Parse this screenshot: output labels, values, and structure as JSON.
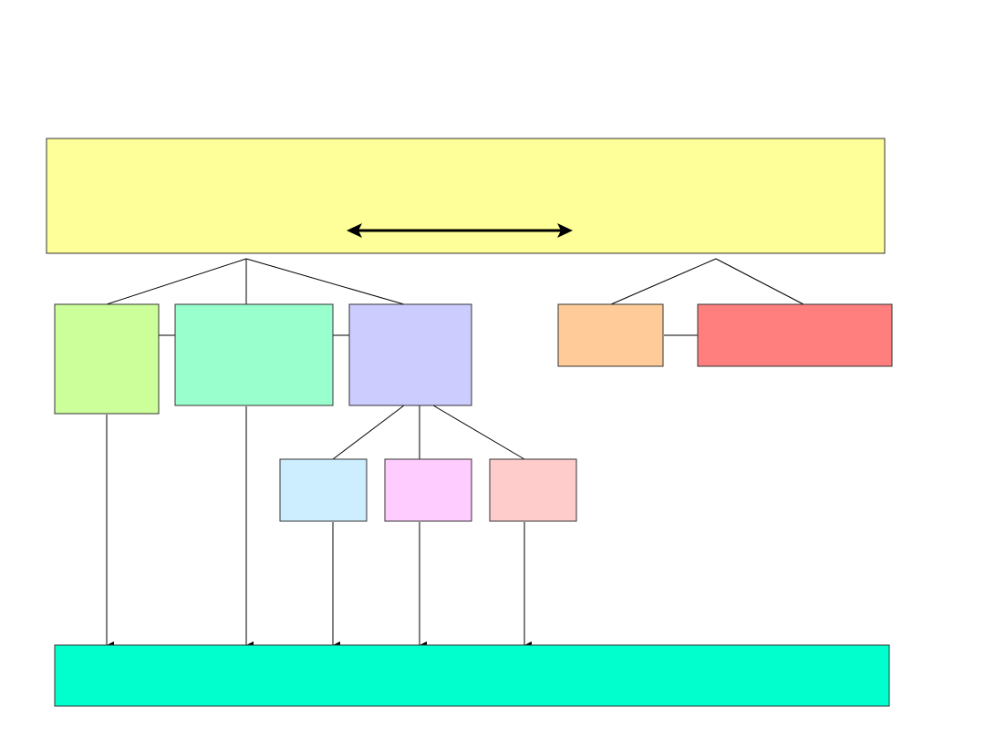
{
  "diagram": {
    "colors": {
      "line": "#000000",
      "box_border": "#333333",
      "top_box": "#ffff99",
      "box_a": "#ccff99",
      "box_b": "#99ffcc",
      "box_c": "#ccccff",
      "box_d": "#ffcc99",
      "box_e": "#ff7f7f",
      "box_f": "#cceeff",
      "box_g": "#ffccff",
      "box_h": "#ffcccc",
      "bottom_box": "#00ffcc"
    },
    "boxes": [
      {
        "id": "top-box",
        "label": ""
      },
      {
        "id": "box-a",
        "label": ""
      },
      {
        "id": "box-b",
        "label": ""
      },
      {
        "id": "box-c",
        "label": ""
      },
      {
        "id": "box-d",
        "label": ""
      },
      {
        "id": "box-e",
        "label": ""
      },
      {
        "id": "box-f",
        "label": ""
      },
      {
        "id": "box-g",
        "label": ""
      },
      {
        "id": "box-h",
        "label": ""
      },
      {
        "id": "bottom-box",
        "label": ""
      }
    ],
    "connectors": [
      {
        "id": "top-to-box-a",
        "arrow": "none"
      },
      {
        "id": "top-to-box-b",
        "arrow": "none"
      },
      {
        "id": "top-to-box-c",
        "arrow": "none"
      },
      {
        "id": "top-to-box-d",
        "arrow": "none"
      },
      {
        "id": "top-to-box-e",
        "arrow": "none"
      },
      {
        "id": "box-a-to-box-b",
        "arrow": "none"
      },
      {
        "id": "box-b-to-box-c",
        "arrow": "none"
      },
      {
        "id": "box-d-to-box-e",
        "arrow": "none"
      },
      {
        "id": "box-c-to-box-f",
        "arrow": "none"
      },
      {
        "id": "box-c-to-box-g",
        "arrow": "none"
      },
      {
        "id": "box-c-to-box-h",
        "arrow": "none"
      },
      {
        "id": "box-a-to-bottom",
        "arrow": "end"
      },
      {
        "id": "box-b-to-bottom",
        "arrow": "end"
      },
      {
        "id": "box-f-to-bottom",
        "arrow": "end"
      },
      {
        "id": "box-g-to-bottom",
        "arrow": "end"
      },
      {
        "id": "box-h-to-bottom",
        "arrow": "end"
      },
      {
        "id": "top-box-double-arrow",
        "arrow": "both"
      }
    ]
  }
}
